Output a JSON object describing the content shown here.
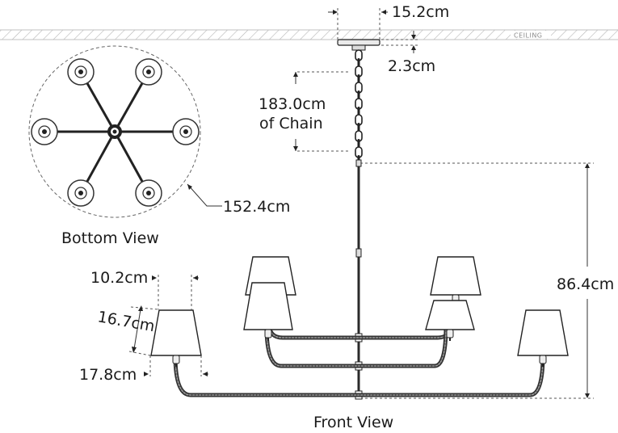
{
  "ceiling_label": "CEILING",
  "dimensions": {
    "canopy_width": "15.2cm",
    "canopy_height": "2.3cm",
    "chain_length": "183.0cm",
    "chain_note": "of Chain",
    "body_height": "86.4cm",
    "overall_diameter": "152.4cm",
    "shade_top": "10.2cm",
    "shade_height": "16.7cm",
    "shade_bottom": "17.8cm"
  },
  "captions": {
    "bottom_view": "Bottom View",
    "front_view": "Front View"
  }
}
